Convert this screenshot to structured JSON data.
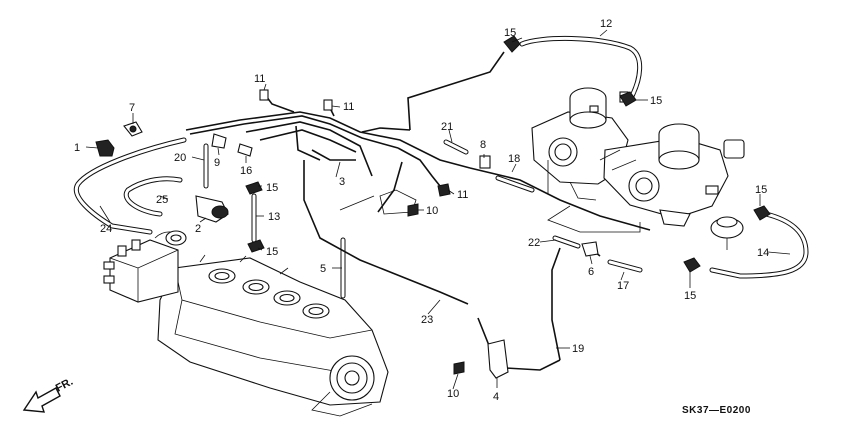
{
  "diagram": {
    "drawing_code": "SK37—E0200",
    "direction_label": "FR.",
    "callouts": [
      {
        "id": "c1",
        "text": "1"
      },
      {
        "id": "c2",
        "text": "2"
      },
      {
        "id": "c3",
        "text": "3"
      },
      {
        "id": "c4",
        "text": "4"
      },
      {
        "id": "c5",
        "text": "5"
      },
      {
        "id": "c6",
        "text": "6"
      },
      {
        "id": "c7",
        "text": "7"
      },
      {
        "id": "c8",
        "text": "8"
      },
      {
        "id": "c9",
        "text": "9"
      },
      {
        "id": "c10a",
        "text": "10"
      },
      {
        "id": "c10b",
        "text": "10"
      },
      {
        "id": "c11a",
        "text": "11"
      },
      {
        "id": "c11b",
        "text": "11"
      },
      {
        "id": "c11c",
        "text": "11"
      },
      {
        "id": "c12",
        "text": "12"
      },
      {
        "id": "c13",
        "text": "13"
      },
      {
        "id": "c14",
        "text": "14"
      },
      {
        "id": "c15a",
        "text": "15"
      },
      {
        "id": "c15b",
        "text": "15"
      },
      {
        "id": "c15c",
        "text": "15"
      },
      {
        "id": "c15d",
        "text": "15"
      },
      {
        "id": "c15e",
        "text": "15"
      },
      {
        "id": "c15f",
        "text": "15"
      },
      {
        "id": "c16",
        "text": "16"
      },
      {
        "id": "c17",
        "text": "17"
      },
      {
        "id": "c18",
        "text": "18"
      },
      {
        "id": "c19",
        "text": "19"
      },
      {
        "id": "c20",
        "text": "20"
      },
      {
        "id": "c21",
        "text": "21"
      },
      {
        "id": "c22",
        "text": "22"
      },
      {
        "id": "c23",
        "text": "23"
      },
      {
        "id": "c24",
        "text": "24"
      },
      {
        "id": "c25",
        "text": "25"
      }
    ]
  }
}
